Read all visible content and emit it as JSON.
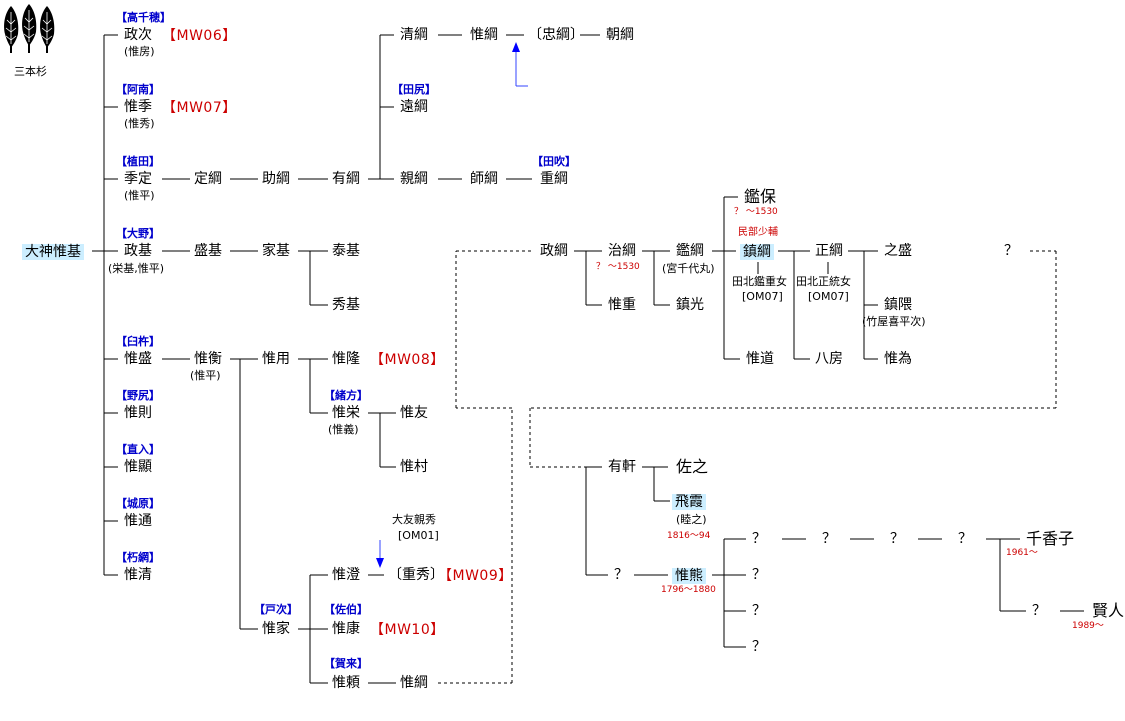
{
  "crest": {
    "label": "三本杉",
    "icon": "three-cedar-crest-icon"
  },
  "root": "大神惟基",
  "branches": [
    {
      "clan": "【高千穂】",
      "name": "政次",
      "alias": "(惟房)",
      "code": "【MW06】"
    },
    {
      "clan": "【阿南】",
      "name": "惟季",
      "alias": "(惟秀)",
      "code": "【MW07】"
    },
    {
      "clan": "【植田】",
      "name": "季定",
      "alias": "(惟平)"
    },
    {
      "clan": "【大野】",
      "name": "政基",
      "alias": "(栄基,惟平)"
    },
    {
      "clan": "【臼杵】",
      "name": "惟盛"
    },
    {
      "clan": "【野尻】",
      "name": "惟則"
    },
    {
      "clan": "【直入】",
      "name": "惟顯"
    },
    {
      "clan": "【城原】",
      "name": "惟通"
    },
    {
      "clan": "【朽網】",
      "name": "惟清"
    }
  ],
  "ueda_line": {
    "sadatsuna": "定綱",
    "suketsuna": "助綱",
    "aritsuna": "有綱",
    "kiyotsuna": "清綱",
    "koretsuna": "惟綱",
    "tadatsuna": "〔忠綱〕",
    "tomotsuna": "朝綱",
    "taziri_clan": "【田尻】",
    "totsuna": "遠綱",
    "chikatsuna": "親綱",
    "morotsuna": "師綱",
    "tabuki_clan": "【田吹】",
    "shigetsuna": "重綱"
  },
  "ono_line": {
    "morimoto": "盛基",
    "iemoto": "家基",
    "yasumoto": "泰基",
    "hidemoto": "秀基"
  },
  "usuki_line": {
    "korehira": "惟衡",
    "korehira_alias": "(惟平)",
    "koremochi": "惟用",
    "koretaka": "惟隆",
    "koretaka_code": "【MW08】",
    "ogata_clan": "【緒方】",
    "koremune": "惟栄",
    "koremune_alias": "(惟義)",
    "koretomo": "惟友",
    "koremura": "惟村",
    "heki_clan": "【戸次】",
    "koreie": "惟家",
    "koresumi": "惟澄",
    "shigehide": "〔重秀〕",
    "shigehide_code": "【MW09】",
    "otomo_note": "大友親秀",
    "otomo_code": "[OM01]",
    "saeki_clan": "【佐伯】",
    "koreyasu": "惟康",
    "koreyasu_code": "【MW10】",
    "kaku_clan": "【賀来】",
    "koreyori": "惟頼",
    "koretsuna2": "惟綱"
  },
  "kutami_line": {
    "masatsuna": "政綱",
    "harutsuna": "治綱",
    "harutsuna_date": "？ ～1530",
    "korešige": "惟重",
    "akitsuna": "鑑綱",
    "akitsuna_alias": "(宮千代丸)",
    "shigemitsu": "鎮光",
    "akiyasu": "鑑保",
    "akiyasu_date": "？ ～1530",
    "title": "民部少輔",
    "shigetsuna": "鎮綱",
    "wife1": "田北鑑重女",
    "wife1_code": "[OM07]",
    "korimichi": "惟道",
    "masatsuna2": "正綱",
    "wife2": "田北正統女",
    "wife2_code": "[OM07]",
    "hachibo": "八房",
    "yukimori": "之盛",
    "shigekuma": "鎮隈",
    "shigekuma_alias": "(竹屋喜平次)",
    "koretame": "惟為",
    "unknown": "？"
  },
  "later_line": {
    "arinoki": "有軒",
    "sukeyuki": "佐之",
    "hika": "飛霞",
    "hika_alias": "(睦之)",
    "hika_date": "1816～94",
    "unknown_a": "？",
    "korekuma": "惟熊",
    "korekuma_date": "1796～1880",
    "k_child_1": "？",
    "k_child_2": "？",
    "k_child_3": "？",
    "k_child_4": "？",
    "g1": "？",
    "g2": "？",
    "g3": "？",
    "chikako": "千香子",
    "chikako_date": "1961～",
    "g4": "？",
    "kento": "賢人",
    "kento_date": "1989～"
  }
}
